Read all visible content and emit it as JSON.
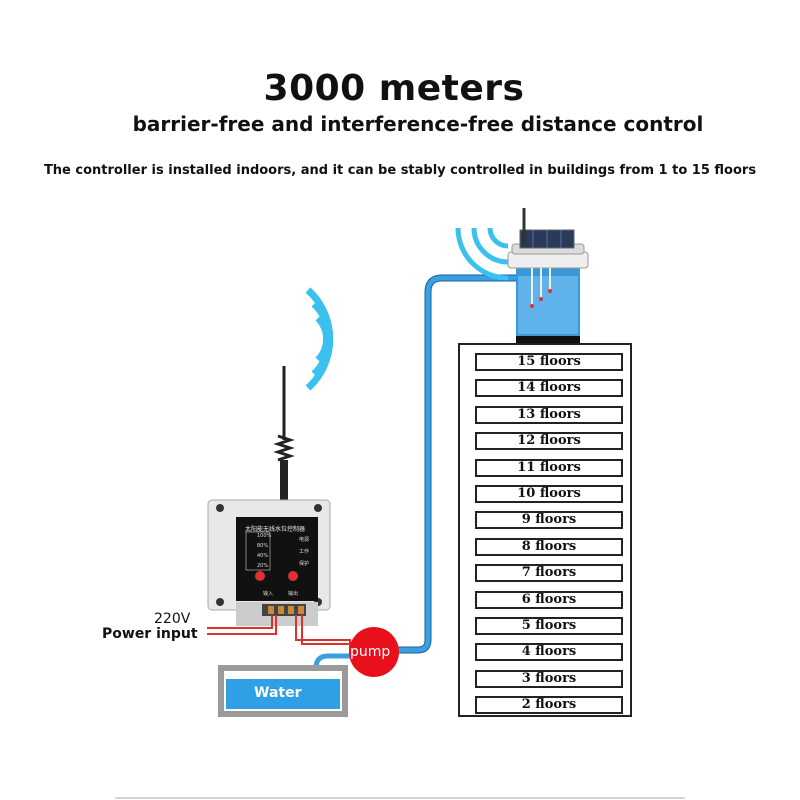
{
  "header": {
    "title": "3000 meters",
    "subtitle": "barrier-free and interference-free distance control",
    "caption": "The controller is installed indoors, and it can be stably controlled in buildings from 1 to 15 floors"
  },
  "building": {
    "floors": [
      "15 floors",
      "14 floors",
      "13 floors",
      "12 floors",
      "11 floors",
      "10 floors",
      "9 floors",
      "8 floors",
      "7 floors",
      "6 floors",
      "5 floors",
      "4 floors",
      "3 floors",
      "2 floors"
    ]
  },
  "controller": {
    "title": "太阳能无线水位控制器",
    "levels": [
      "100%",
      "80%",
      "40%",
      "20%"
    ],
    "status": [
      "电源",
      "工作",
      "保护"
    ],
    "ports": [
      "输入",
      "输出"
    ]
  },
  "labels": {
    "voltage": "220V",
    "power": "Power input",
    "pump": "pump",
    "water": "Water"
  },
  "colors": {
    "pipe": "#3aa0e0",
    "water": "#2f9fe6",
    "pump": "#e8101a",
    "wire": "#e0302a",
    "signal": "#3cc0f0",
    "controller_face": "#111111"
  }
}
